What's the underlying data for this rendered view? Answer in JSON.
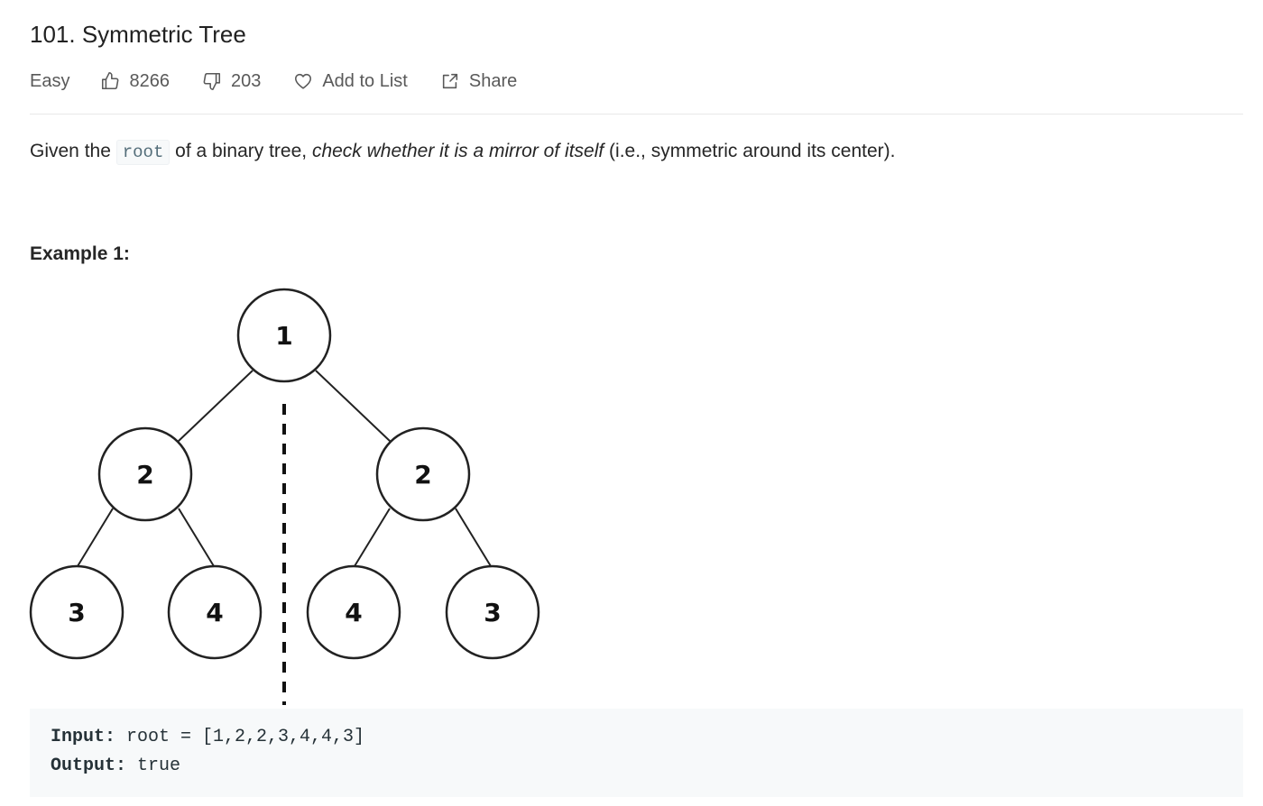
{
  "problem": {
    "title": "101. Symmetric Tree",
    "difficulty": "Easy",
    "likes": "8266",
    "dislikes": "203",
    "add_to_list_label": "Add to List",
    "share_label": "Share"
  },
  "description": {
    "prefix": "Given the ",
    "code": "root",
    "middle": " of a binary tree, ",
    "emphasis": "check whether it is a mirror of itself",
    "suffix": " (i.e., symmetric around its center)."
  },
  "example": {
    "title": "Example 1:",
    "tree_values": [
      "1",
      "2",
      "2",
      "3",
      "4",
      "4",
      "3"
    ],
    "input_label": "Input:",
    "input_value": " root = [1,2,2,3,4,4,3]",
    "output_label": "Output:",
    "output_value": " true"
  },
  "colors": {
    "text": "#262626",
    "muted": "#595959",
    "code_bg": "#f7f9fa"
  }
}
